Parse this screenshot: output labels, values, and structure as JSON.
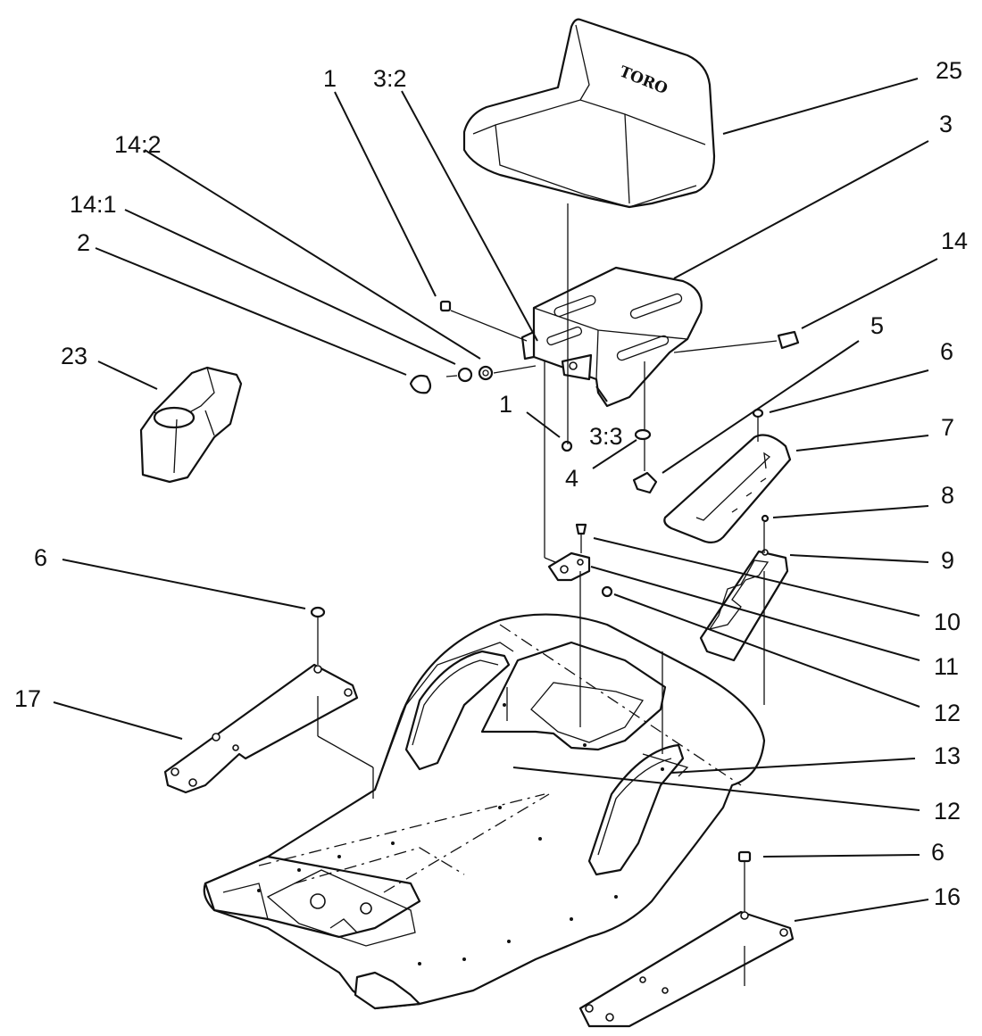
{
  "diagram": {
    "brand_on_seat": "TORO",
    "callouts": [
      {
        "id": "c25",
        "label": "25"
      },
      {
        "id": "c3",
        "label": "3"
      },
      {
        "id": "c14",
        "label": "14"
      },
      {
        "id": "c5",
        "label": "5"
      },
      {
        "id": "c6a",
        "label": "6"
      },
      {
        "id": "c7",
        "label": "7"
      },
      {
        "id": "c8",
        "label": "8"
      },
      {
        "id": "c9",
        "label": "9"
      },
      {
        "id": "c10",
        "label": "10"
      },
      {
        "id": "c11",
        "label": "11"
      },
      {
        "id": "c12a",
        "label": "12"
      },
      {
        "id": "c13",
        "label": "13"
      },
      {
        "id": "c12b",
        "label": "12"
      },
      {
        "id": "c6b",
        "label": "6"
      },
      {
        "id": "c16",
        "label": "16"
      },
      {
        "id": "c1a",
        "label": "1"
      },
      {
        "id": "c32",
        "label": "3:2"
      },
      {
        "id": "c142",
        "label": "14:2"
      },
      {
        "id": "c141",
        "label": "14:1"
      },
      {
        "id": "c2",
        "label": "2"
      },
      {
        "id": "c23",
        "label": "23"
      },
      {
        "id": "c1b",
        "label": "1"
      },
      {
        "id": "c33",
        "label": "3:3"
      },
      {
        "id": "c4",
        "label": "4"
      },
      {
        "id": "c6c",
        "label": "6"
      },
      {
        "id": "c17",
        "label": "17"
      }
    ]
  }
}
